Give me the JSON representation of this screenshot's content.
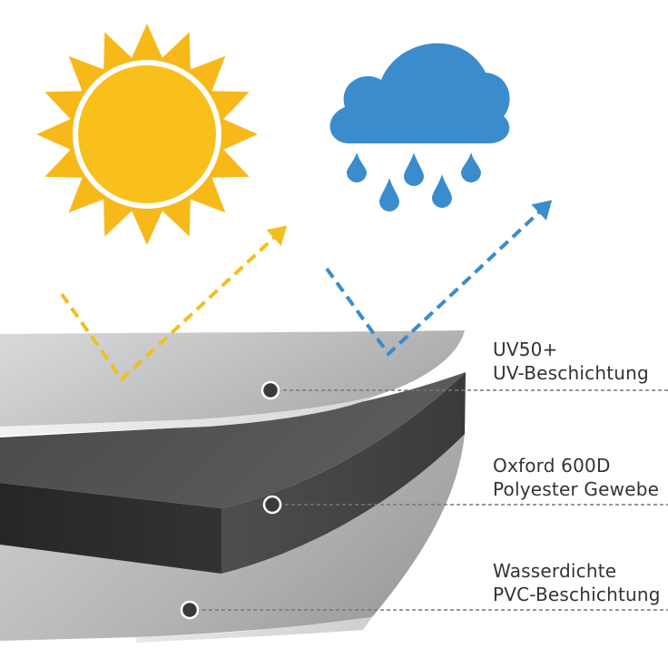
{
  "colors": {
    "sun": "#f9c01c",
    "sun_rays": "#f7b81a",
    "cloud": "#3b8ccc",
    "rain": "#3b8ccc",
    "sun_arrow": "#f0c01e",
    "rain_arrow": "#3b8ccc",
    "layer_top": "#bdbfc1",
    "layer_middle": "#2e2e2e",
    "layer_bottom": "#b4b6b8",
    "marker": "#3a3a3a",
    "leader_line": "#777777",
    "label_text": "#333333"
  },
  "icons": {
    "sun": "sun-icon",
    "cloud": "rain-cloud-icon"
  },
  "layers": [
    {
      "line1": "UV50+",
      "line2": "UV-Beschichtung"
    },
    {
      "line1": "Oxford 600D",
      "line2": "Polyester Gewebe"
    },
    {
      "line1": "Wasserdichte",
      "line2": "PVC-Beschichtung"
    }
  ]
}
